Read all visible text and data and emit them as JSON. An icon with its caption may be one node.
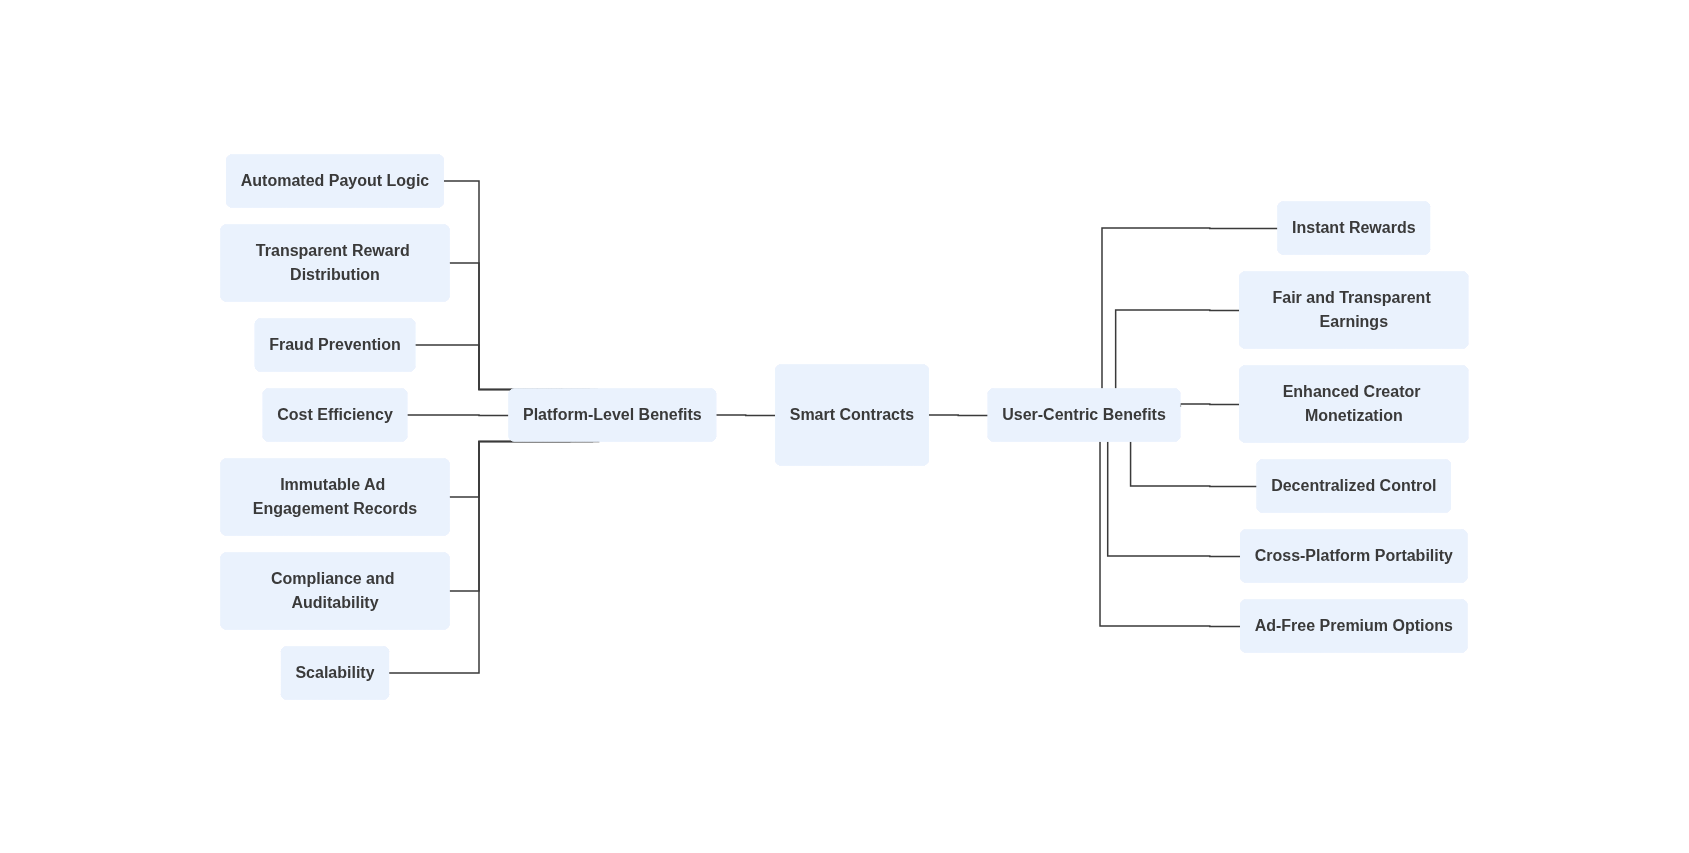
{
  "diagram": {
    "nodes": [
      {
        "text": [
          "Automated Payout Logic"
        ]
      },
      {
        "text": [
          "Transparent Reward Distribution"
        ]
      },
      {
        "text": [
          "Fraud Prevention"
        ]
      },
      {
        "text": [
          "Cost Efficiency"
        ]
      },
      {
        "text": [
          "Immutable Ad Engagement Records"
        ]
      },
      {
        "text": [
          "Compliance and Auditability"
        ]
      },
      {
        "text": [
          "Scalability"
        ]
      },
      {
        "text": [
          "Platform-Level Benefits"
        ]
      },
      {
        "text": [
          "Smart Contracts"
        ]
      },
      {
        "text": [
          "User-Centric Benefits"
        ]
      },
      {
        "text": [
          "Instant Rewards"
        ]
      },
      {
        "text": [
          "Fair and Transparent Earnings"
        ]
      },
      {
        "text": [
          "Enhanced Creator Monetization"
        ]
      },
      {
        "text": [
          "Decentralized Control"
        ]
      },
      {
        "text": [
          "Cross-Platform Portability"
        ]
      },
      {
        "text": [
          "Ad-Free Premium Options"
        ]
      }
    ],
    "edges": [
      {
        "from": 0,
        "to": 7,
        "arrow": "none"
      },
      {
        "from": 1,
        "to": 7,
        "arrow": "none"
      },
      {
        "from": 2,
        "to": 7,
        "arrow": "none"
      },
      {
        "from": 3,
        "to": 7,
        "arrow": "none"
      },
      {
        "from": 4,
        "to": 7,
        "arrow": "none"
      },
      {
        "from": 5,
        "to": 7,
        "arrow": "none"
      },
      {
        "from": 6,
        "to": 7,
        "arrow": "none"
      },
      {
        "from": 7,
        "to": 8,
        "arrow": "none"
      },
      {
        "from": 8,
        "to": 9,
        "arrow": "none"
      },
      {
        "from": 9,
        "to": 10,
        "arrow": "none"
      },
      {
        "from": 9,
        "to": 11,
        "arrow": "none"
      },
      {
        "from": 9,
        "to": 12,
        "arrow": "none"
      },
      {
        "from": 9,
        "to": 13,
        "arrow": "none"
      },
      {
        "from": 9,
        "to": 14,
        "arrow": "none"
      },
      {
        "from": 9,
        "to": 15,
        "arrow": "none"
      }
    ]
  }
}
